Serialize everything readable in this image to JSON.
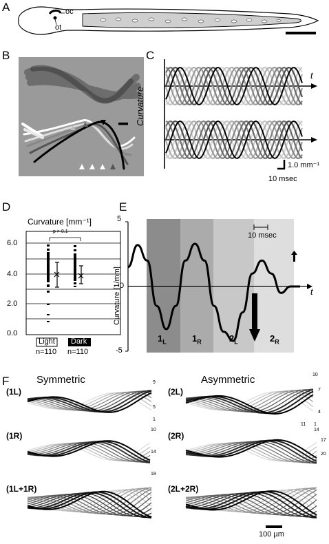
{
  "panels": {
    "A": {
      "label": "A",
      "oc_label": "oc",
      "ot_label": "ot"
    },
    "B": {
      "label": "B"
    },
    "C": {
      "label": "C",
      "y_label": "Curvature",
      "t_label": "t",
      "scale_y": "1.0 mm⁻¹",
      "scale_x": "10 msec"
    },
    "D": {
      "label": "D",
      "title": "Curvature [mm⁻¹]",
      "ticks": [
        "6.0",
        "4.0",
        "2.0",
        "0.0"
      ],
      "p_text": "p > 0.1",
      "groups": [
        {
          "name": "Light",
          "n": "n=110"
        },
        {
          "name": "Dark",
          "n": "n=110"
        }
      ]
    },
    "E": {
      "label": "E",
      "y_label": "Curvature [1/mm]",
      "ticks": [
        "5",
        "0",
        "-5"
      ],
      "scale": "10 msec",
      "t_label": "t",
      "phases": [
        {
          "main": "1",
          "sub": "L",
          "color": "#8c8c8c"
        },
        {
          "main": "1",
          "sub": "R",
          "color": "#ababab"
        },
        {
          "main": "2",
          "sub": "L",
          "color": "#c8c8c8"
        },
        {
          "main": "2",
          "sub": "R",
          "color": "#dedede"
        }
      ]
    },
    "F": {
      "label": "F",
      "symmetric": "Symmetric",
      "asymmetric": "Asymmetric",
      "row_labels": [
        "(1L)",
        "(1R)",
        "(1L+1R)",
        "(2L)",
        "(2R)",
        "(2L+2R)"
      ],
      "scale": "100 µm",
      "frame_numbers": {
        "sym1": [
          "9",
          "5",
          "1"
        ],
        "asym1": [
          "10",
          "7",
          "4"
        ],
        "sym2": [
          "10",
          "14",
          "18"
        ],
        "asym2": [
          "11",
          "1",
          "14",
          "17",
          "20"
        ]
      }
    }
  },
  "chart_data": {
    "type": "line",
    "title": "",
    "xlabel": "t",
    "ylabel": "Curvature [1/mm]",
    "ylim": [
      -5,
      5
    ],
    "x": [
      0,
      5,
      10,
      15,
      20,
      25,
      30,
      35,
      40,
      45,
      50,
      55,
      60,
      65,
      70,
      75,
      80,
      85,
      90
    ],
    "series": [
      {
        "values": [
          1.5,
          3.2,
          2.0,
          -1.5,
          -3.3,
          -1.5,
          2.0,
          3.3,
          2.0,
          -1.5,
          -3.5,
          -4.2,
          -2.0,
          1.0,
          2.0,
          1.0,
          -0.5,
          0,
          0
        ]
      }
    ]
  }
}
